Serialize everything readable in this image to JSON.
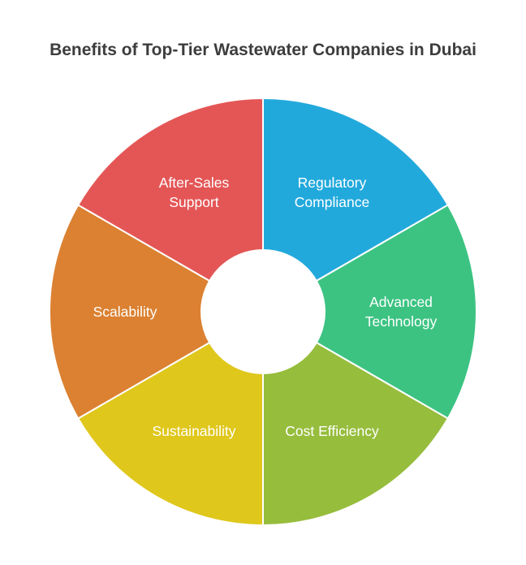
{
  "title": "Benefits of Top-Tier Wastewater Companies in Dubai",
  "segments": [
    {
      "id": "regulatory-compliance",
      "lines": [
        "Regulatory",
        "Compliance"
      ],
      "color": "#22a9dc"
    },
    {
      "id": "advanced-technology",
      "lines": [
        "Advanced",
        "Technology"
      ],
      "color": "#3cc382"
    },
    {
      "id": "cost-efficiency",
      "lines": [
        "Cost Efficiency"
      ],
      "color": "#96bd3c"
    },
    {
      "id": "sustainability",
      "lines": [
        "Sustainability"
      ],
      "color": "#dfc71c"
    },
    {
      "id": "scalability",
      "lines": [
        "Scalability"
      ],
      "color": "#db8131"
    },
    {
      "id": "after-sales-support",
      "lines": [
        "After-Sales",
        "Support"
      ],
      "color": "#e45656"
    }
  ]
}
